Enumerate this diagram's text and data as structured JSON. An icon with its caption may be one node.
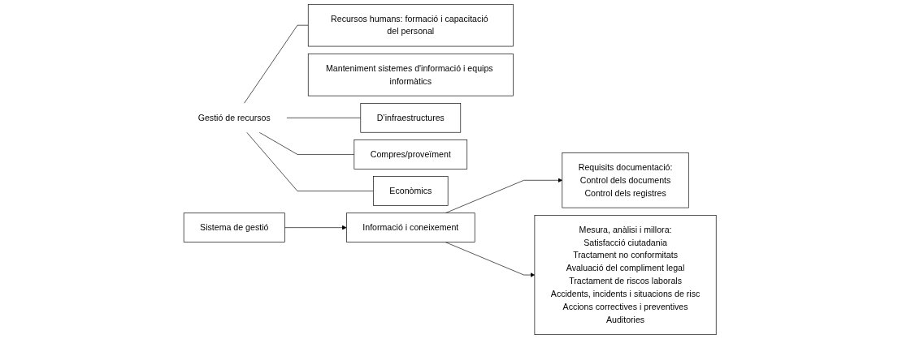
{
  "diagram": {
    "nodes": [
      {
        "text": [
          "Gestió de recursos"
        ]
      },
      {
        "text": [
          "Recursos humans: formació i capacitació del personal"
        ]
      },
      {
        "text": [
          "Manteniment sistemes d'informació i equips informàtics"
        ]
      },
      {
        "text": [
          "D’infraestructures"
        ]
      },
      {
        "text": [
          "Compres/proveïment"
        ]
      },
      {
        "text": [
          "Econòmics"
        ]
      },
      {
        "text": [
          "Sistema de gestió"
        ]
      },
      {
        "text": [
          "Informació i coneixement"
        ]
      },
      {
        "text": [
          "Requisits documentació:",
          "Control dels documents",
          "Control dels registres"
        ]
      },
      {
        "text": [
          "Mesura, anàlisi i millora:",
          "Satisfacció ciutadania",
          "Tractament no conformitats",
          "Avaluació del compliment legal",
          "Tractament de riscos laborals",
          "Accidents, incidents i situacions de risc",
          "Accions correctives i preventives",
          "Auditories"
        ]
      }
    ],
    "edges": [
      {
        "from": 0,
        "to": 1,
        "arrow": "none"
      },
      {
        "from": 0,
        "to": 3,
        "arrow": "none"
      },
      {
        "from": 0,
        "to": 4,
        "arrow": "none"
      },
      {
        "from": 0,
        "to": 5,
        "arrow": "none"
      },
      {
        "from": 6,
        "to": 7,
        "arrow": "to"
      },
      {
        "from": 7,
        "to": 8,
        "arrow": "to"
      },
      {
        "from": 7,
        "to": 9,
        "arrow": "to"
      }
    ]
  }
}
